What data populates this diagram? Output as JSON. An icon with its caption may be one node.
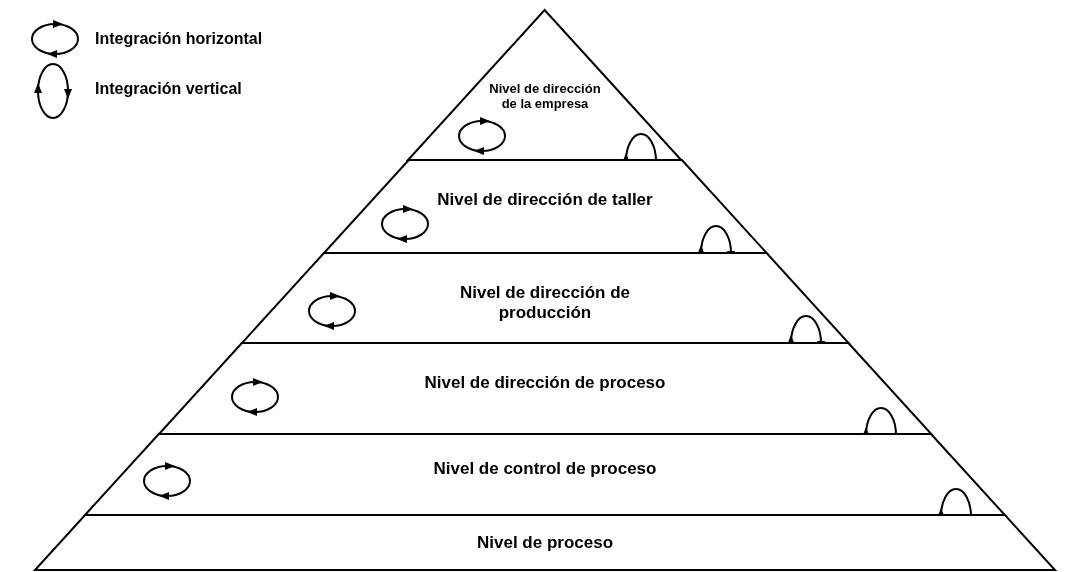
{
  "diagram": {
    "nodes": [
      {
        "text": [
          "Nivel de dirección de la empresa"
        ]
      },
      {
        "text": [
          "Nivel de dirección de taller"
        ]
      },
      {
        "text": [
          "Nivel de dirección de producción"
        ]
      },
      {
        "text": [
          "Nivel de dirección de proceso"
        ]
      },
      {
        "text": [
          "Nivel de control de proceso"
        ]
      },
      {
        "text": [
          "Nivel de proceso"
        ]
      }
    ],
    "legend": [
      {
        "text": "Integración horizontal"
      },
      {
        "text": "Integración vertical"
      }
    ]
  }
}
